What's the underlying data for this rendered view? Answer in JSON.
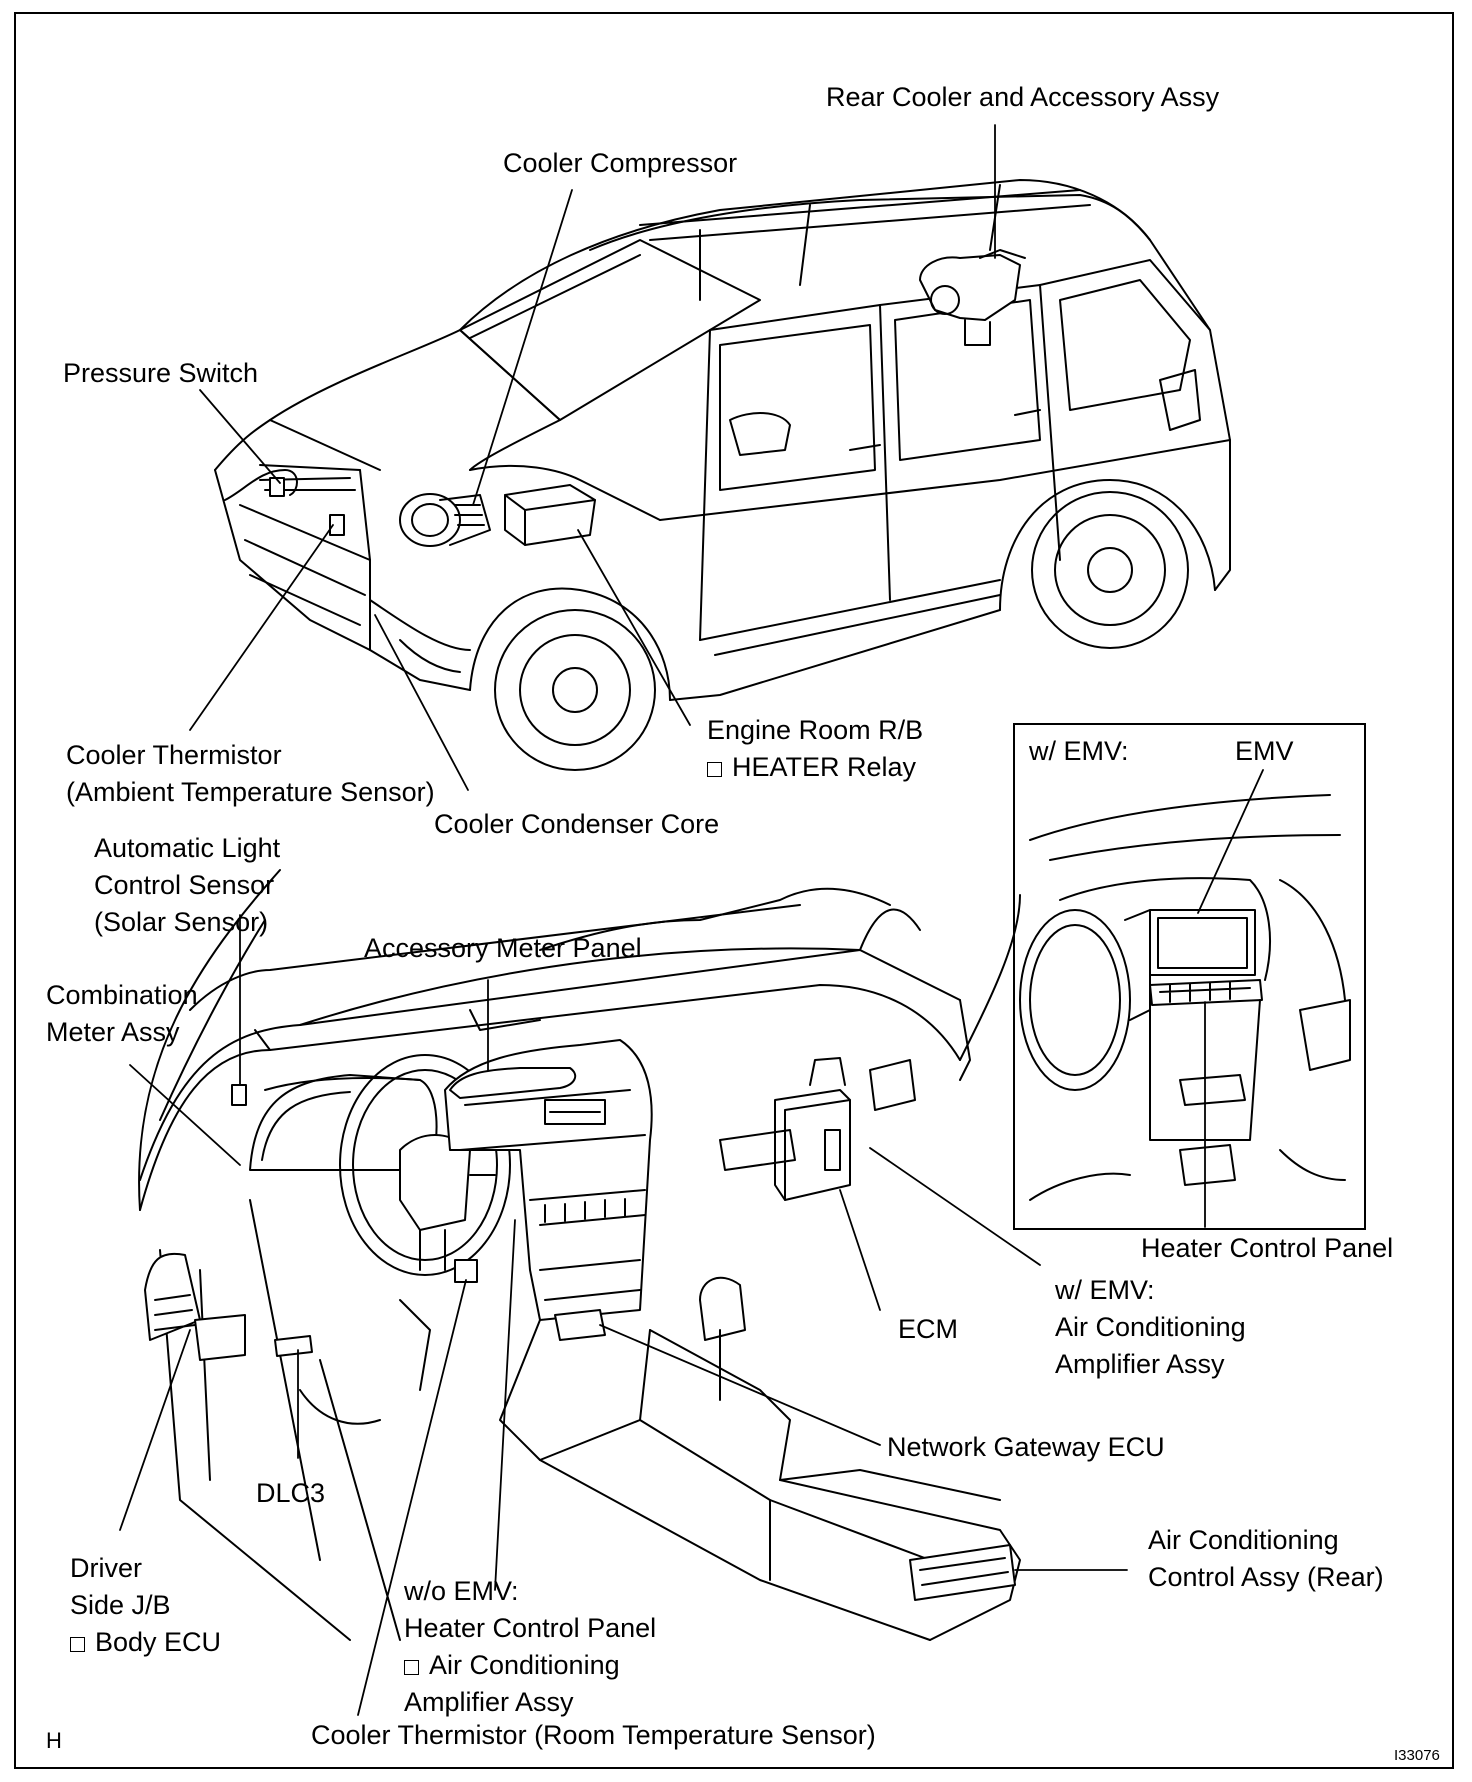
{
  "figure_id": "I33076",
  "corner_mark": "H",
  "labels": {
    "rear_cooler": "Rear Cooler and Accessory Assy",
    "cooler_compressor": "Cooler Compressor",
    "pressure_switch": "Pressure Switch",
    "engine_room_rb": "Engine Room R/B",
    "heater_relay": "HEATER Relay",
    "cooler_thermistor_ambient_1": "Cooler Thermistor",
    "cooler_thermistor_ambient_2": "(Ambient Temperature Sensor)",
    "cooler_condenser_core": "Cooler Condenser Core",
    "auto_light_1": "Automatic Light",
    "auto_light_2": "Control Sensor",
    "auto_light_3": "(Solar Sensor)",
    "accessory_meter_panel": "Accessory Meter Panel",
    "combination_meter_1": "Combination",
    "combination_meter_2": "Meter Assy",
    "inset_prefix": "w/ EMV:",
    "emv": "EMV",
    "heater_control_panel": "Heater Control Panel",
    "w_emv": "w/ EMV:",
    "ac_amplifier_1": "Air Conditioning",
    "ac_amplifier_2": "Amplifier Assy",
    "ecm": "ECM",
    "network_gateway": "Network Gateway ECU",
    "dlc3": "DLC3",
    "ac_control_rear_1": "Air Conditioning",
    "ac_control_rear_2": "Control Assy (Rear)",
    "driver_jb_1": "Driver",
    "driver_jb_2": "Side J/B",
    "driver_jb_3": "Body ECU",
    "wo_emv": "w/o EMV:",
    "wo_heater_panel": "Heater Control Panel",
    "wo_ac_1": "Air Conditioning",
    "wo_ac_2": "Amplifier Assy",
    "cooler_thermistor_room": "Cooler Thermistor (Room Temperature Sensor)"
  }
}
